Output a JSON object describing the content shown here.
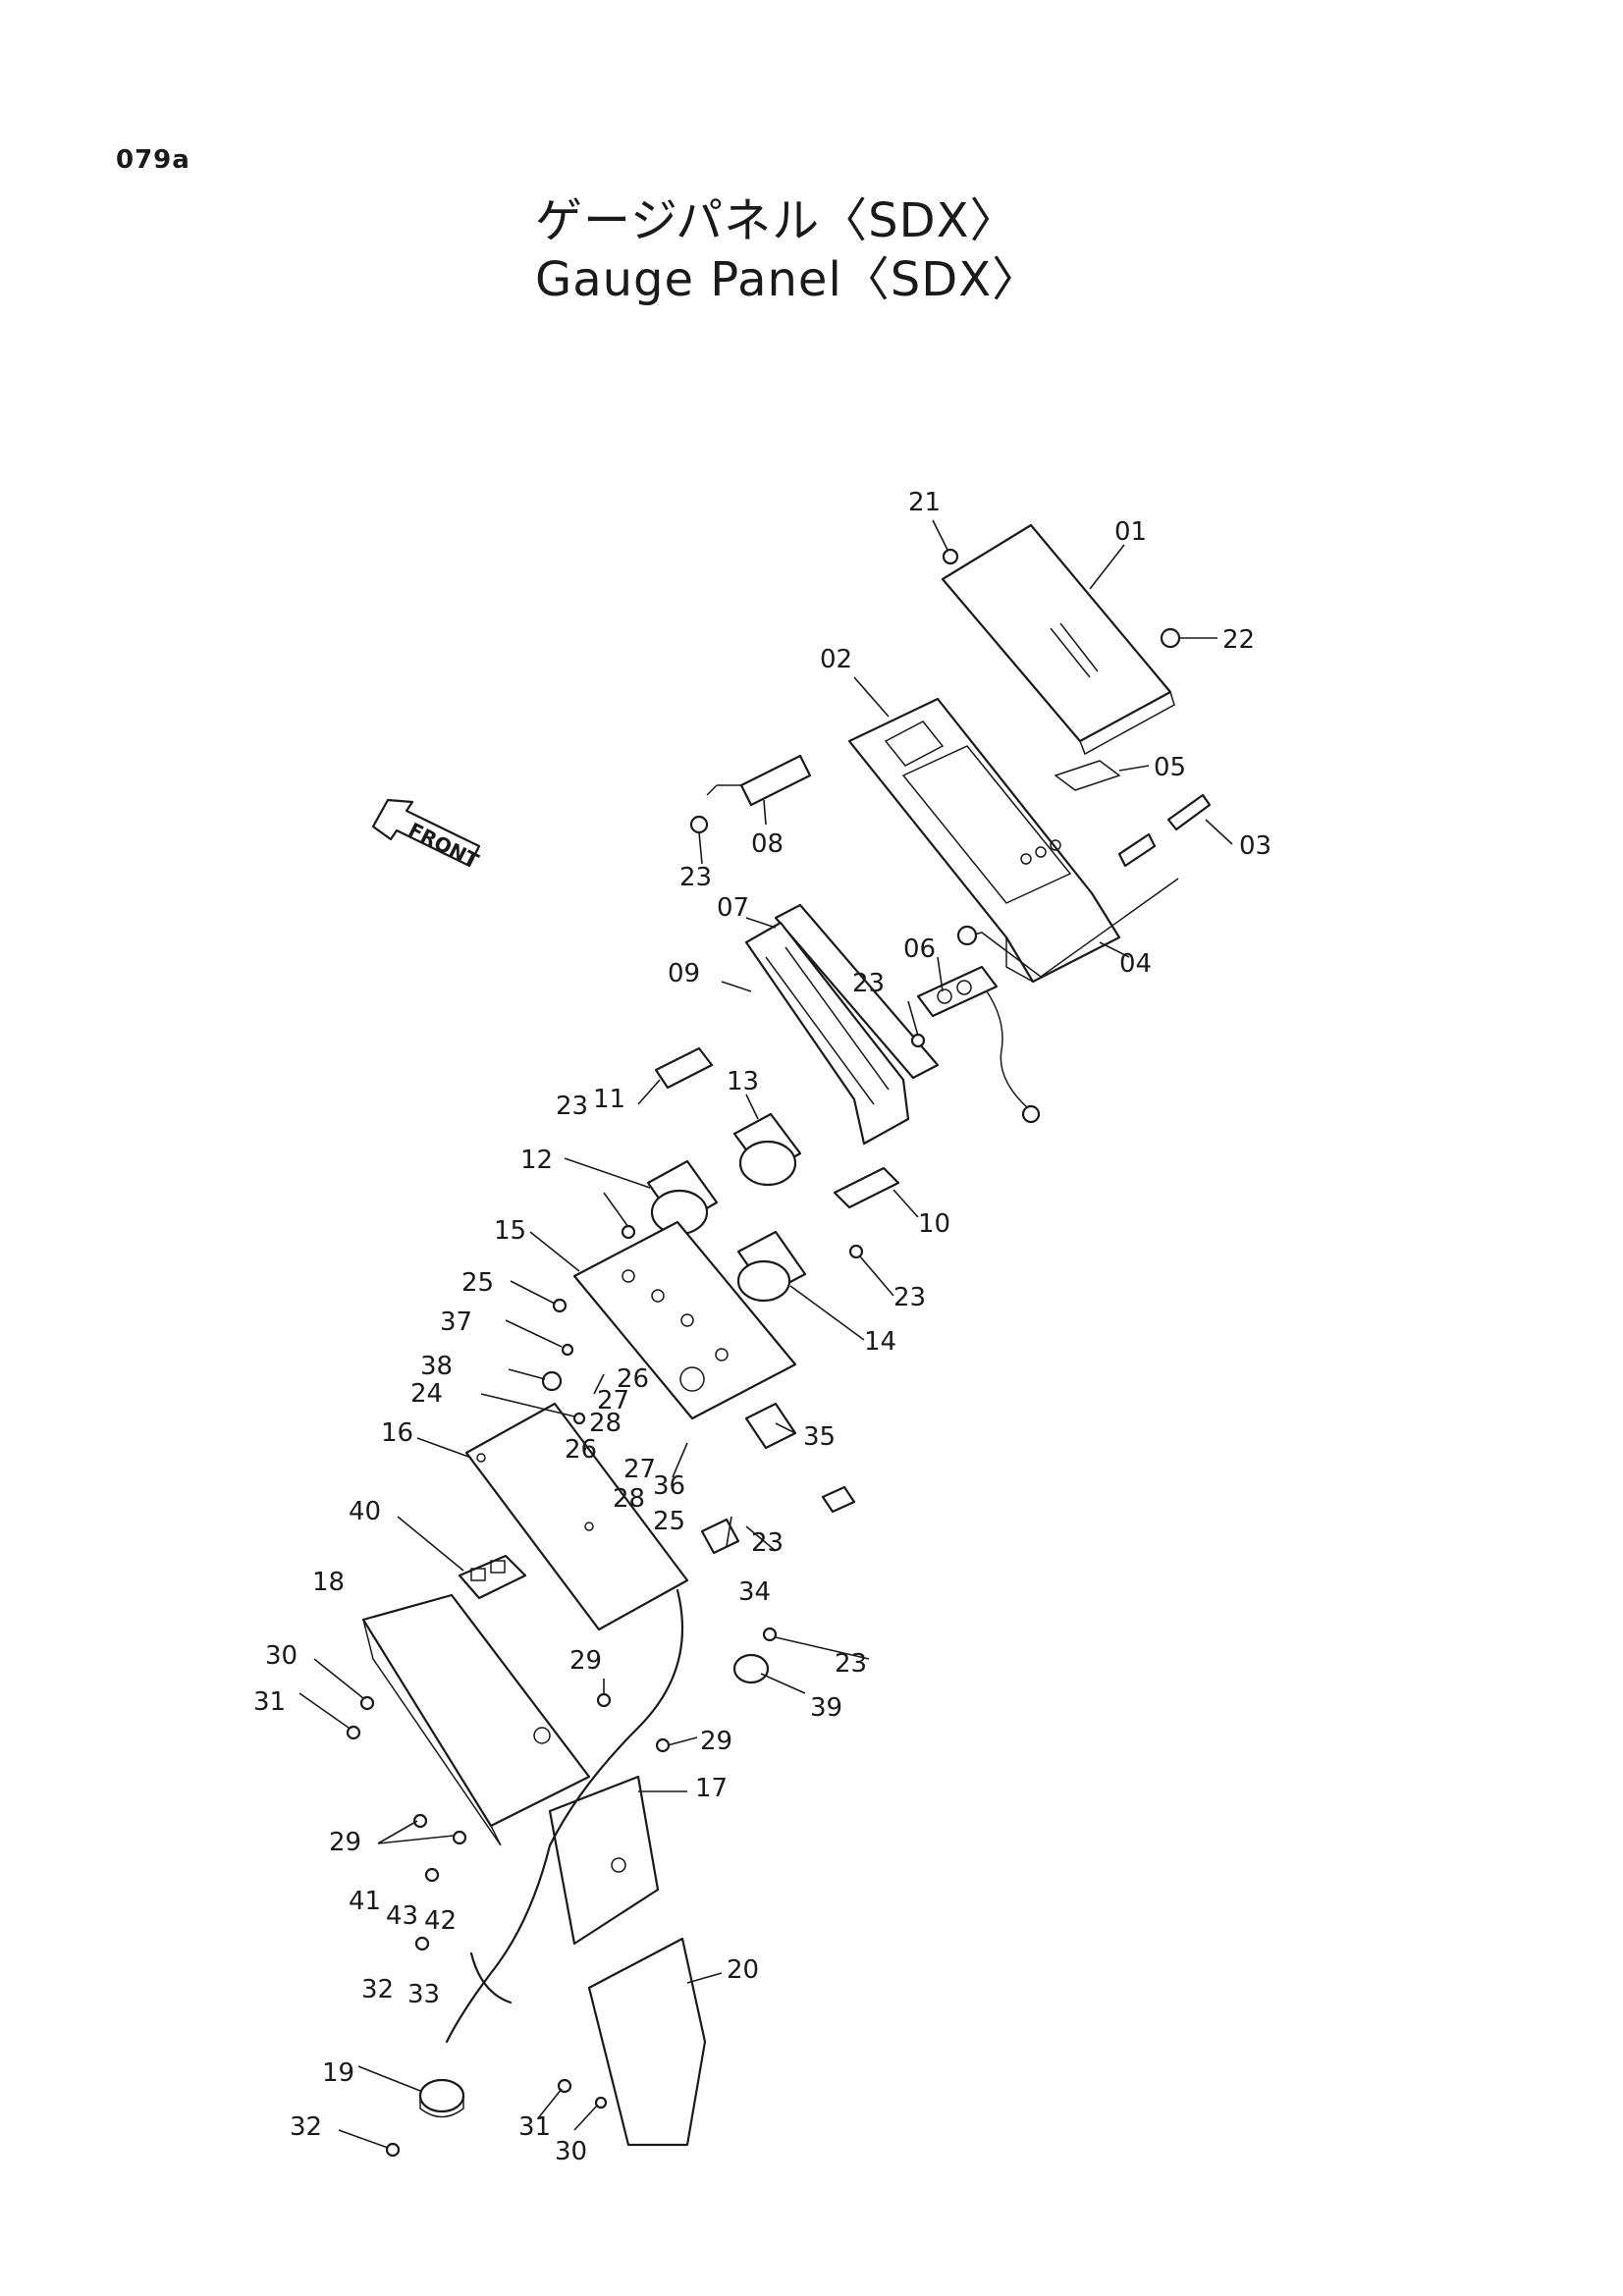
{
  "header": {
    "page_code": "079a",
    "title_jp": "ゲージパネル〈SDX〉",
    "title_en": "Gauge Panel〈SDX〉"
  },
  "front_marker": "FRONT",
  "callouts": [
    {
      "id": "c21",
      "label": "21"
    },
    {
      "id": "c01",
      "label": "01"
    },
    {
      "id": "c22",
      "label": "22"
    },
    {
      "id": "c02",
      "label": "02"
    },
    {
      "id": "c05",
      "label": "05"
    },
    {
      "id": "c03",
      "label": "03"
    },
    {
      "id": "c08",
      "label": "08"
    },
    {
      "id": "c23a",
      "label": "23"
    },
    {
      "id": "c04",
      "label": "04"
    },
    {
      "id": "c07",
      "label": "07"
    },
    {
      "id": "c06",
      "label": "06"
    },
    {
      "id": "c23b",
      "label": "23"
    },
    {
      "id": "c09",
      "label": "09"
    },
    {
      "id": "c11",
      "label": "11"
    },
    {
      "id": "c13",
      "label": "13"
    },
    {
      "id": "c23c",
      "label": "23"
    },
    {
      "id": "c12",
      "label": "12"
    },
    {
      "id": "c10",
      "label": "10"
    },
    {
      "id": "c15",
      "label": "15"
    },
    {
      "id": "c23d",
      "label": "23"
    },
    {
      "id": "c25a",
      "label": "25"
    },
    {
      "id": "c14",
      "label": "14"
    },
    {
      "id": "c37",
      "label": "37"
    },
    {
      "id": "c38",
      "label": "38"
    },
    {
      "id": "c26a",
      "label": "26"
    },
    {
      "id": "c27a",
      "label": "27"
    },
    {
      "id": "c24",
      "label": "24"
    },
    {
      "id": "c28a",
      "label": "28"
    },
    {
      "id": "c35",
      "label": "35"
    },
    {
      "id": "c16",
      "label": "16"
    },
    {
      "id": "c26b",
      "label": "26"
    },
    {
      "id": "c27b",
      "label": "27"
    },
    {
      "id": "c36",
      "label": "36"
    },
    {
      "id": "c28b",
      "label": "28"
    },
    {
      "id": "c25b",
      "label": "25"
    },
    {
      "id": "c23e",
      "label": "23"
    },
    {
      "id": "c40",
      "label": "40"
    },
    {
      "id": "c34",
      "label": "34"
    },
    {
      "id": "c18",
      "label": "18"
    },
    {
      "id": "c23f",
      "label": "23"
    },
    {
      "id": "c30a",
      "label": "30"
    },
    {
      "id": "c29a",
      "label": "29"
    },
    {
      "id": "c39",
      "label": "39"
    },
    {
      "id": "c31a",
      "label": "31"
    },
    {
      "id": "c29b",
      "label": "29"
    },
    {
      "id": "c17",
      "label": "17"
    },
    {
      "id": "c29c",
      "label": "29"
    },
    {
      "id": "c41",
      "label": "41"
    },
    {
      "id": "c43",
      "label": "43"
    },
    {
      "id": "c42",
      "label": "42"
    },
    {
      "id": "c20",
      "label": "20"
    },
    {
      "id": "c32a",
      "label": "32"
    },
    {
      "id": "c33",
      "label": "33"
    },
    {
      "id": "c19",
      "label": "19"
    },
    {
      "id": "c31b",
      "label": "31"
    },
    {
      "id": "c32b",
      "label": "32"
    },
    {
      "id": "c30b",
      "label": "30"
    }
  ]
}
